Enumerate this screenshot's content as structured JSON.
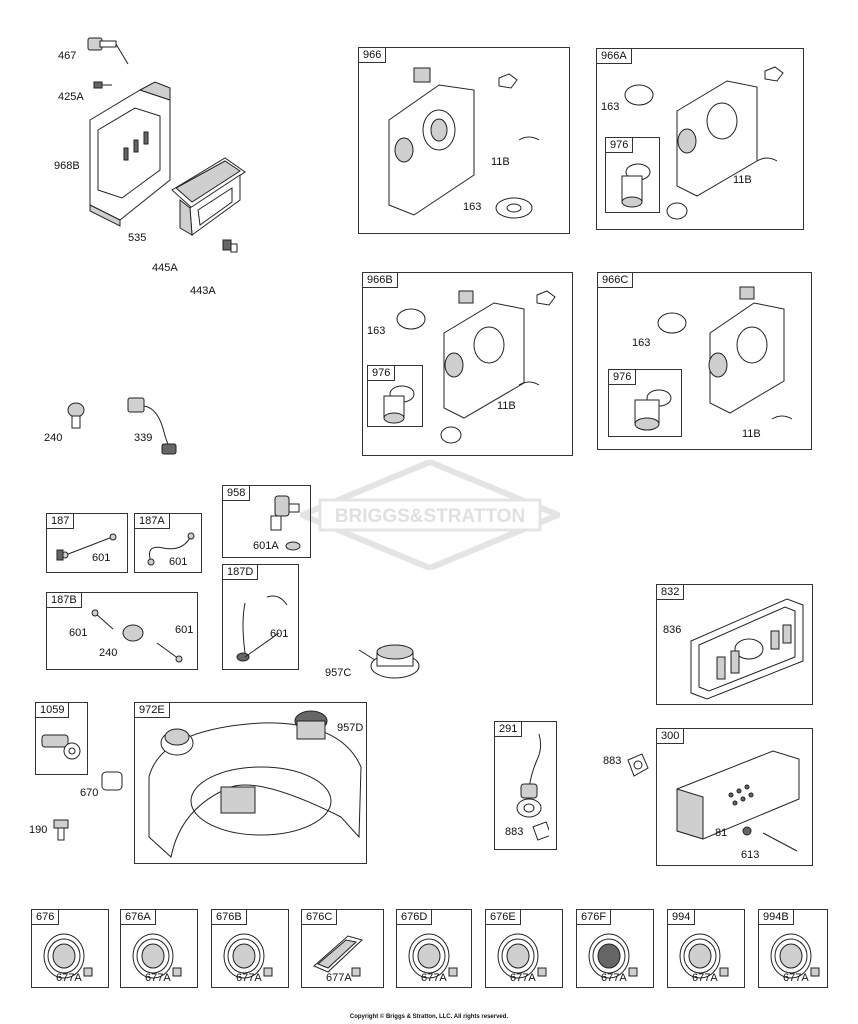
{
  "brand": "BRIGGS&STRATTON",
  "copyright": "Copyright © Briggs & Stratton, LLC. All rights reserved.",
  "loose_parts": {
    "p467": "467",
    "p425A": "425A",
    "p968B": "968B",
    "p535": "535",
    "p445A": "445A",
    "p443A": "443A",
    "p240": "240",
    "p339": "339",
    "p957C": "957C",
    "p670": "670",
    "p190": "190",
    "p883": "883"
  },
  "kits": {
    "k966": {
      "title": "966",
      "l163": "163",
      "l11B": "11B"
    },
    "k966A": {
      "title": "966A",
      "l163": "163",
      "l976": "976",
      "l11B": "11B"
    },
    "k966B": {
      "title": "966B",
      "l163": "163",
      "l976": "976",
      "l11B": "11B"
    },
    "k966C": {
      "title": "966C",
      "l163": "163",
      "l976": "976",
      "l11B": "11B"
    },
    "k187": {
      "title": "187",
      "l601": "601"
    },
    "k187A": {
      "title": "187A",
      "l601": "601"
    },
    "k958": {
      "title": "958",
      "l601A": "601A"
    },
    "k187B": {
      "title": "187B",
      "l601a": "601",
      "l601b": "601",
      "l240": "240"
    },
    "k187D": {
      "title": "187D",
      "l601": "601"
    },
    "k832": {
      "title": "832",
      "l836": "836"
    },
    "k1059": {
      "title": "1059"
    },
    "k972E": {
      "title": "972E",
      "l957D": "957D"
    },
    "k291": {
      "title": "291",
      "l883": "883"
    },
    "k300": {
      "title": "300",
      "l81": "81",
      "l613": "613"
    }
  },
  "guards": [
    {
      "title": "676",
      "part": "677A"
    },
    {
      "title": "676A",
      "part": "677A"
    },
    {
      "title": "676B",
      "part": "677A"
    },
    {
      "title": "676C",
      "part": "677A"
    },
    {
      "title": "676D",
      "part": "677A"
    },
    {
      "title": "676E",
      "part": "677A"
    },
    {
      "title": "676F",
      "part": "677A"
    },
    {
      "title": "994",
      "part": "677A"
    },
    {
      "title": "994B",
      "part": "677A"
    }
  ]
}
